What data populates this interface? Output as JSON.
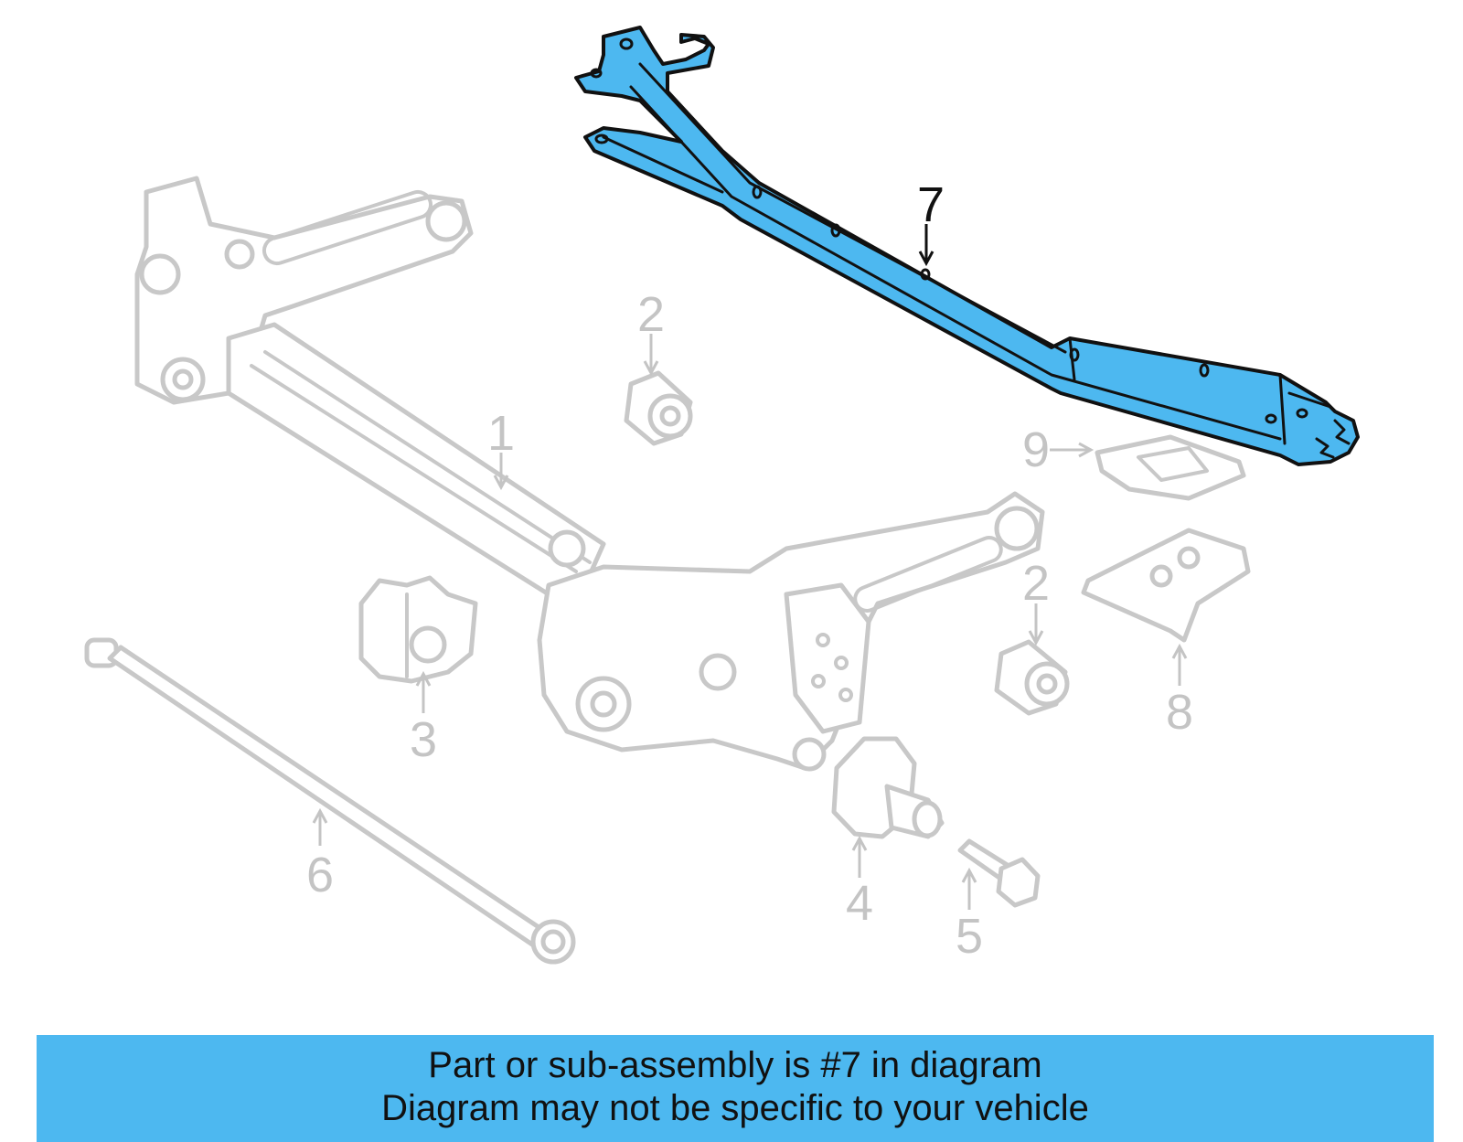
{
  "callouts": {
    "c1": "1",
    "c2a": "2",
    "c2b": "2",
    "c3": "3",
    "c4": "4",
    "c5": "5",
    "c6": "6",
    "c7": "7",
    "c8": "8",
    "c9": "9"
  },
  "highlight_color": "#4db8f0",
  "ghost_color": "#c8c8c8",
  "banner": {
    "line1": "Part or sub-assembly is #7 in diagram",
    "line2": "Diagram may not be specific to your vehicle"
  }
}
